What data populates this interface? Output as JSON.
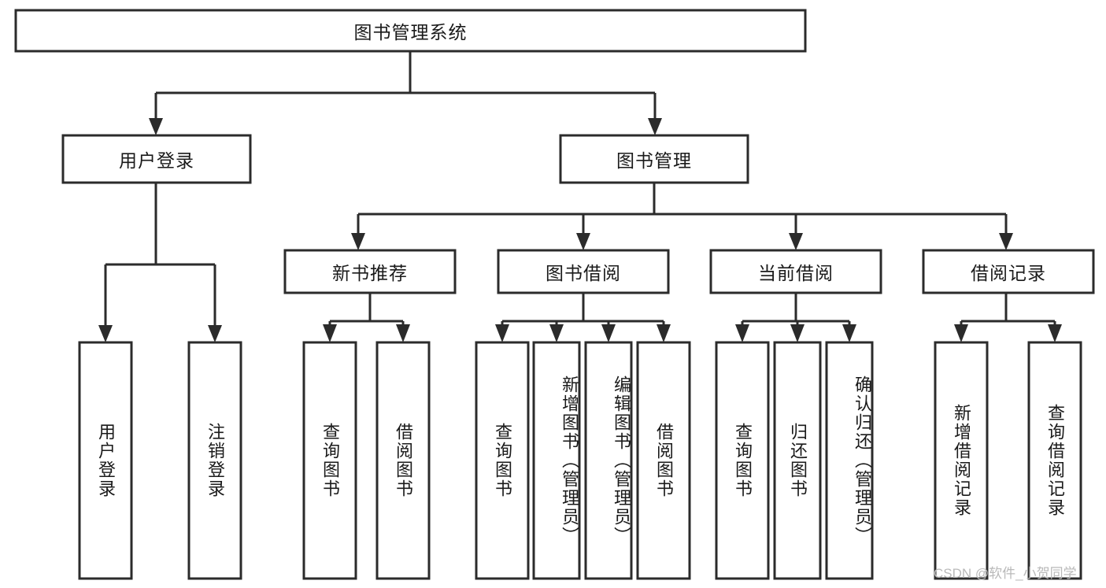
{
  "diagram": {
    "type": "tree",
    "title": "图书管理系统",
    "watermark": "CSDN @软件_小贺同学",
    "colors": {
      "background": "#ffffff",
      "box_fill": "#ffffff",
      "box_stroke": "#2b2b2b",
      "text": "#1a1a1a",
      "watermark": "#b9b9b9"
    },
    "levels": {
      "root": [
        "图书管理系统"
      ],
      "level2": [
        "用户登录",
        "图书管理"
      ],
      "level3": [
        "新书推荐",
        "图书借阅",
        "当前借阅",
        "借阅记录"
      ],
      "leaves": [
        "用户登录",
        "注销登录",
        "查询图书",
        "借阅图书",
        "查询图书",
        "新增图书（管理员）",
        "编辑图书（管理员）",
        "借阅图书",
        "查询图书",
        "归还图书",
        "确认归还（管理员）",
        "新增借阅记录",
        "查询借阅记录"
      ]
    },
    "nodes": {
      "root": {
        "label": "图书管理系统"
      },
      "user_login": {
        "label": "用户登录"
      },
      "book_manage": {
        "label": "图书管理"
      },
      "new_book_rec": {
        "label": "新书推荐"
      },
      "book_borrow": {
        "label": "图书借阅"
      },
      "current_borrow": {
        "label": "当前借阅"
      },
      "borrow_record": {
        "label": "借阅记录"
      },
      "leaf_user_login": {
        "label": "用户登录"
      },
      "leaf_logout": {
        "label": "注销登录"
      },
      "leaf_query_book_1": {
        "label": "查询图书"
      },
      "leaf_borrow_book_1": {
        "label": "借阅图书"
      },
      "leaf_query_book_2": {
        "label": "查询图书"
      },
      "leaf_add_book": {
        "label": "新增图书（管理员）"
      },
      "leaf_edit_book": {
        "label": "编辑图书（管理员）"
      },
      "leaf_borrow_book_2": {
        "label": "借阅图书"
      },
      "leaf_query_book_3": {
        "label": "查询图书"
      },
      "leaf_return_book": {
        "label": "归还图书"
      },
      "leaf_confirm_return": {
        "label": "确认归还（管理员）"
      },
      "leaf_add_record": {
        "label": "新增借阅记录"
      },
      "leaf_query_record": {
        "label": "查询借阅记录"
      }
    },
    "edges": [
      {
        "from": "root",
        "to": "user_login"
      },
      {
        "from": "root",
        "to": "book_manage"
      },
      {
        "from": "user_login",
        "to": "leaf_user_login"
      },
      {
        "from": "user_login",
        "to": "leaf_logout"
      },
      {
        "from": "book_manage",
        "to": "new_book_rec"
      },
      {
        "from": "book_manage",
        "to": "book_borrow"
      },
      {
        "from": "book_manage",
        "to": "current_borrow"
      },
      {
        "from": "book_manage",
        "to": "borrow_record"
      },
      {
        "from": "new_book_rec",
        "to": "leaf_query_book_1"
      },
      {
        "from": "new_book_rec",
        "to": "leaf_borrow_book_1"
      },
      {
        "from": "book_borrow",
        "to": "leaf_query_book_2"
      },
      {
        "from": "book_borrow",
        "to": "leaf_add_book"
      },
      {
        "from": "book_borrow",
        "to": "leaf_edit_book"
      },
      {
        "from": "book_borrow",
        "to": "leaf_borrow_book_2"
      },
      {
        "from": "current_borrow",
        "to": "leaf_query_book_3"
      },
      {
        "from": "current_borrow",
        "to": "leaf_return_book"
      },
      {
        "from": "current_borrow",
        "to": "leaf_confirm_return"
      },
      {
        "from": "borrow_record",
        "to": "leaf_add_record"
      },
      {
        "from": "borrow_record",
        "to": "leaf_query_record"
      }
    ]
  }
}
